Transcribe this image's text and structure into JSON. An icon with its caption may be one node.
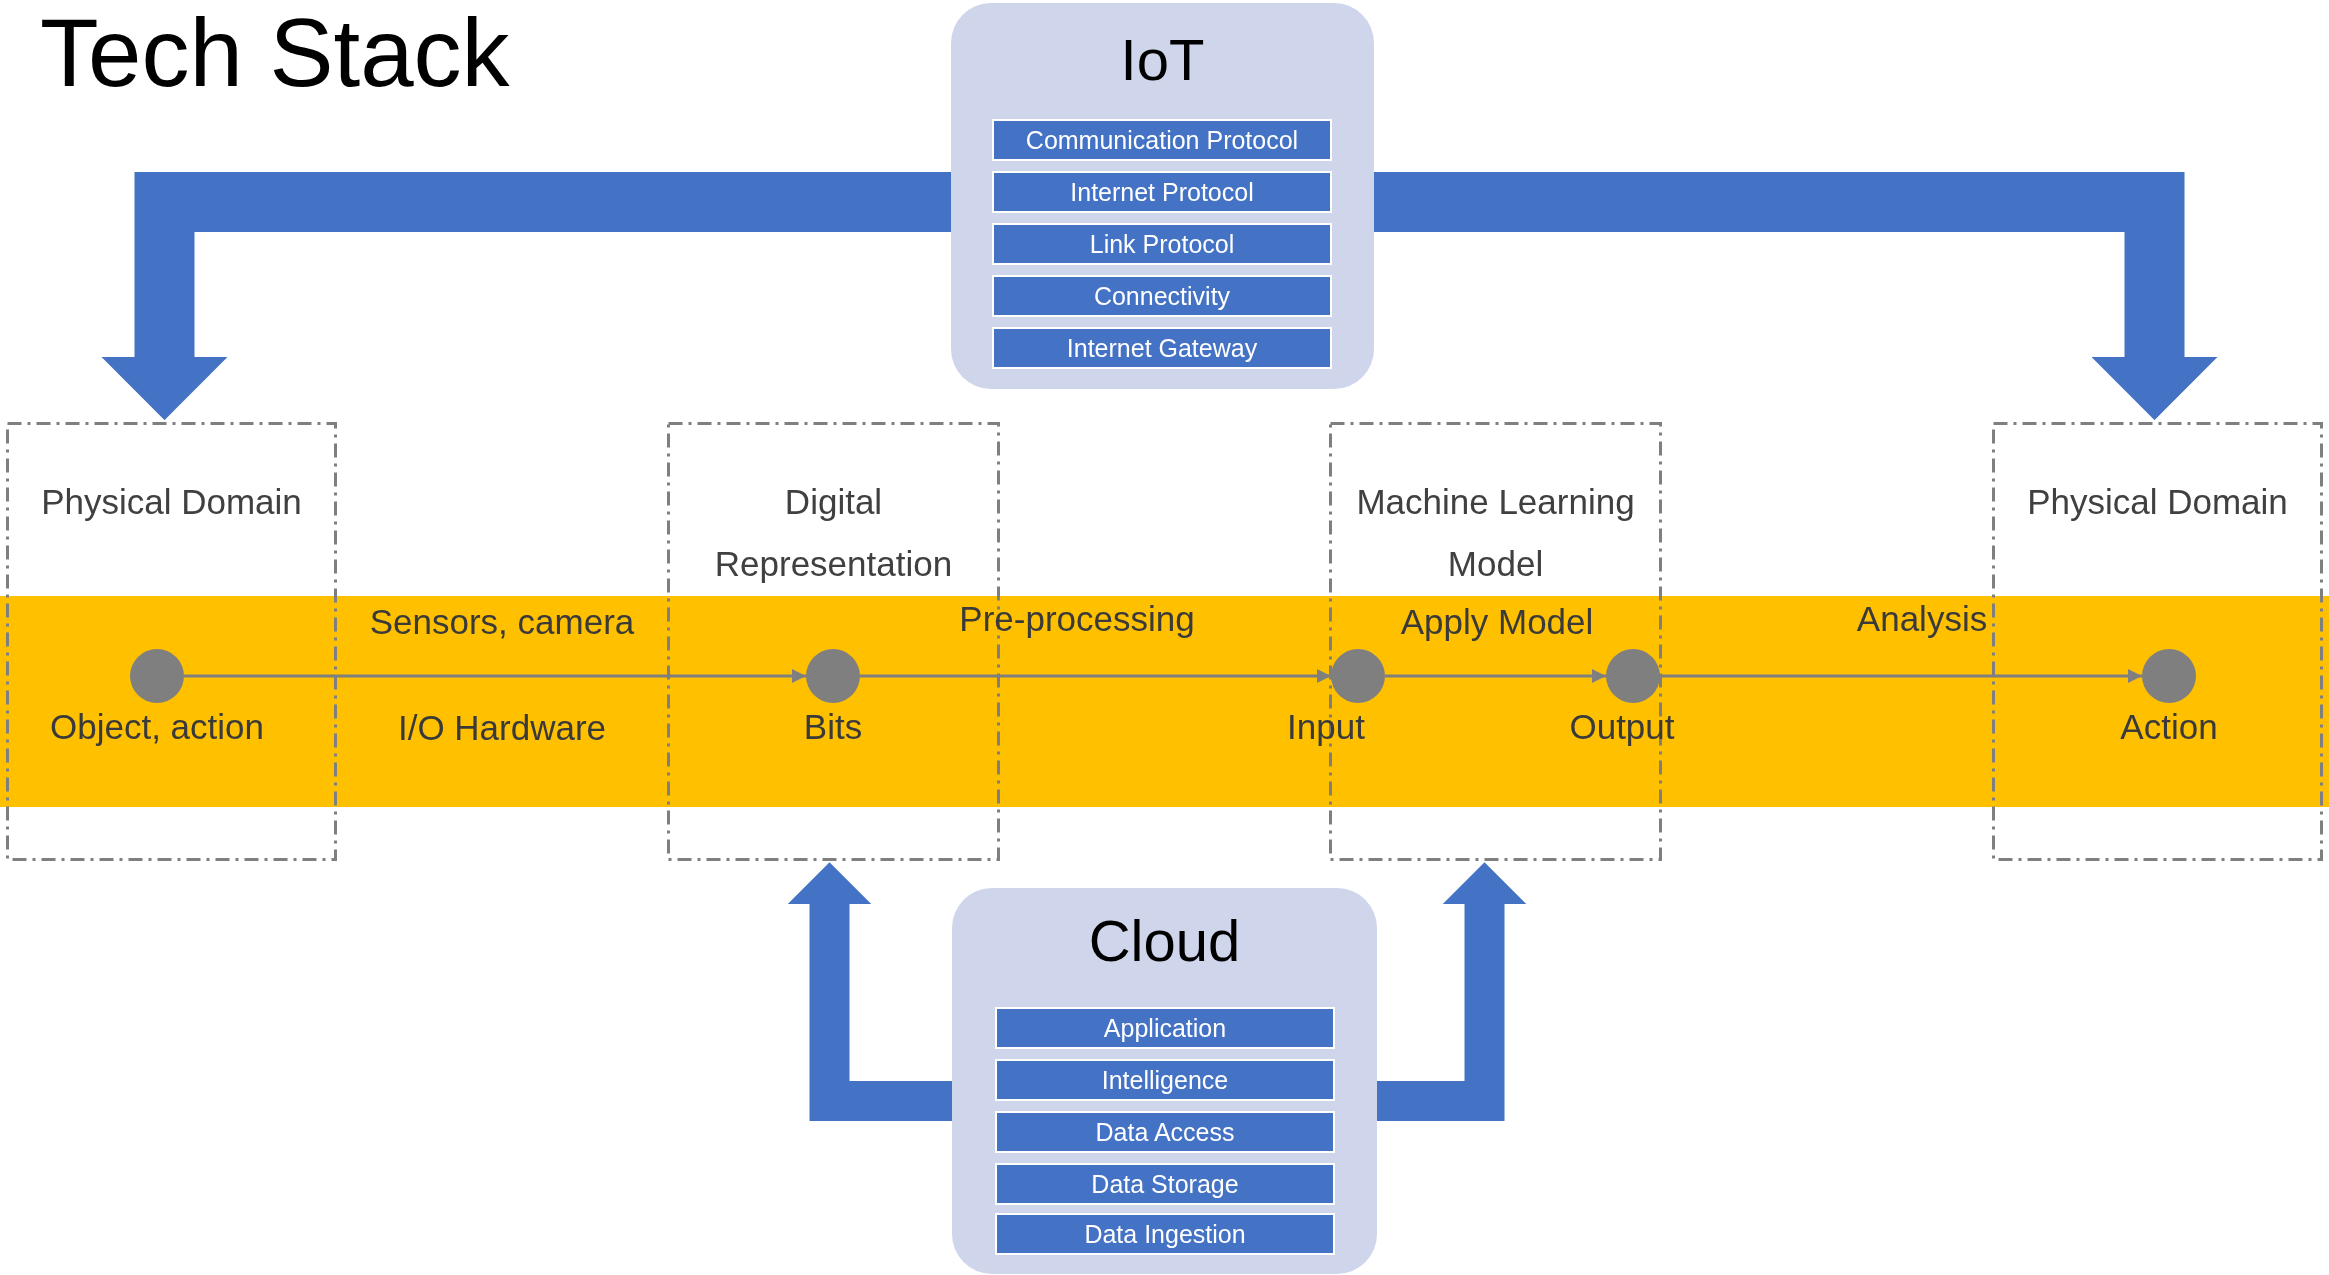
{
  "diagram": {
    "title": "Tech Stack",
    "nodes": [
      {
        "text": [
          "IoT"
        ]
      },
      {
        "text": [
          "Communication Protocol"
        ],
        "in": 0
      },
      {
        "text": [
          "Internet Protocol"
        ],
        "in": 0
      },
      {
        "text": [
          "Link Protocol"
        ],
        "in": 0
      },
      {
        "text": [
          "Connectivity"
        ],
        "in": 0
      },
      {
        "text": [
          "Internet Gateway"
        ],
        "in": 0
      },
      {
        "text": [
          "Cloud"
        ]
      },
      {
        "text": [
          "Application"
        ],
        "in": 6
      },
      {
        "text": [
          "Intelligence"
        ],
        "in": 6
      },
      {
        "text": [
          "Data Access"
        ],
        "in": 6
      },
      {
        "text": [
          "Data Storage"
        ],
        "in": 6
      },
      {
        "text": [
          "Data Ingestion"
        ],
        "in": 6
      },
      {
        "text": [
          "Physical Domain"
        ]
      },
      {
        "text": [
          "Digital Representation"
        ]
      },
      {
        "text": [
          "Machine Learning Model"
        ]
      },
      {
        "text": [
          "Physical Domain"
        ]
      },
      {
        "text": [],
        "shape": "circle",
        "in": 12,
        "beside": [
          "Object, action"
        ]
      },
      {
        "text": [],
        "shape": "circle",
        "in": 13,
        "beside": [
          "Bits"
        ]
      },
      {
        "text": [],
        "shape": "circle",
        "in": 14,
        "beside": [
          "Input"
        ]
      },
      {
        "text": [],
        "shape": "circle",
        "in": 14,
        "beside": [
          "Output"
        ]
      },
      {
        "text": [],
        "shape": "circle",
        "in": 15,
        "beside": [
          "Action"
        ]
      }
    ],
    "edges": [
      {
        "from": 0,
        "to": 12,
        "arrow": "to",
        "style": "thick",
        "color": "#4472c4"
      },
      {
        "from": 0,
        "to": 15,
        "arrow": "to",
        "style": "thick",
        "color": "#4472c4"
      },
      {
        "from": 6,
        "to": 13,
        "arrow": "to",
        "style": "thick",
        "color": "#4472c4"
      },
      {
        "from": 6,
        "to": 14,
        "arrow": "to",
        "style": "thick",
        "color": "#4472c4"
      },
      {
        "from": 16,
        "to": 17,
        "arrow": "to",
        "label": "Sensors, camera"
      },
      {
        "from": 17,
        "to": 18,
        "arrow": "to",
        "label": "Pre-processing"
      },
      {
        "from": 18,
        "to": 19,
        "arrow": "to",
        "label": "Apply Model"
      },
      {
        "from": 19,
        "to": 20,
        "arrow": "to",
        "label": "Analysis"
      }
    ],
    "labels": [
      "I/O Hardware"
    ]
  }
}
